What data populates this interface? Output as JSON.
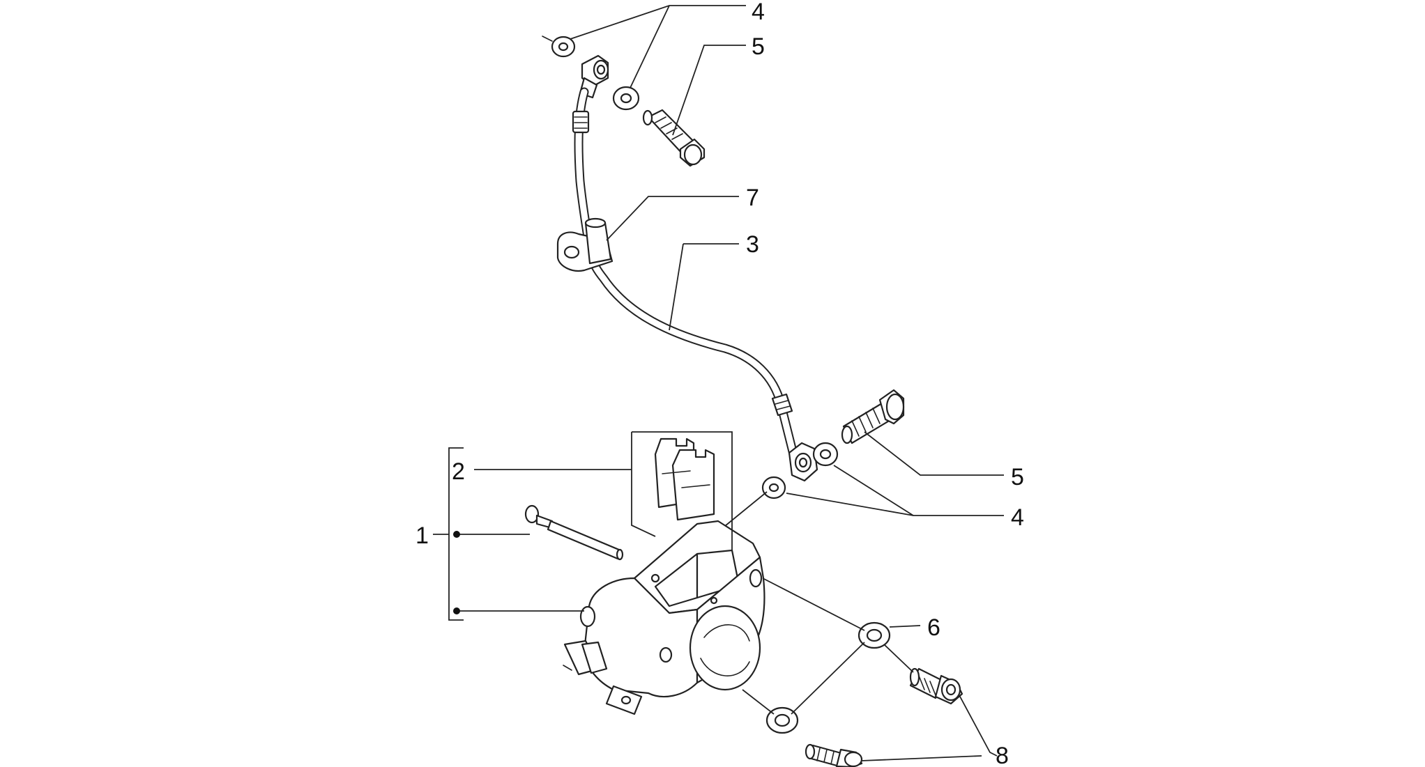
{
  "callouts": {
    "c1": "1",
    "c2": "2",
    "c3": "3",
    "c4_top": "4",
    "c5_top": "5",
    "c7": "7",
    "c5_bottom": "5",
    "c4_bottom": "4",
    "c6": "6",
    "c8": "8"
  },
  "colors": {
    "line": "#222222",
    "background": "#ffffff"
  }
}
